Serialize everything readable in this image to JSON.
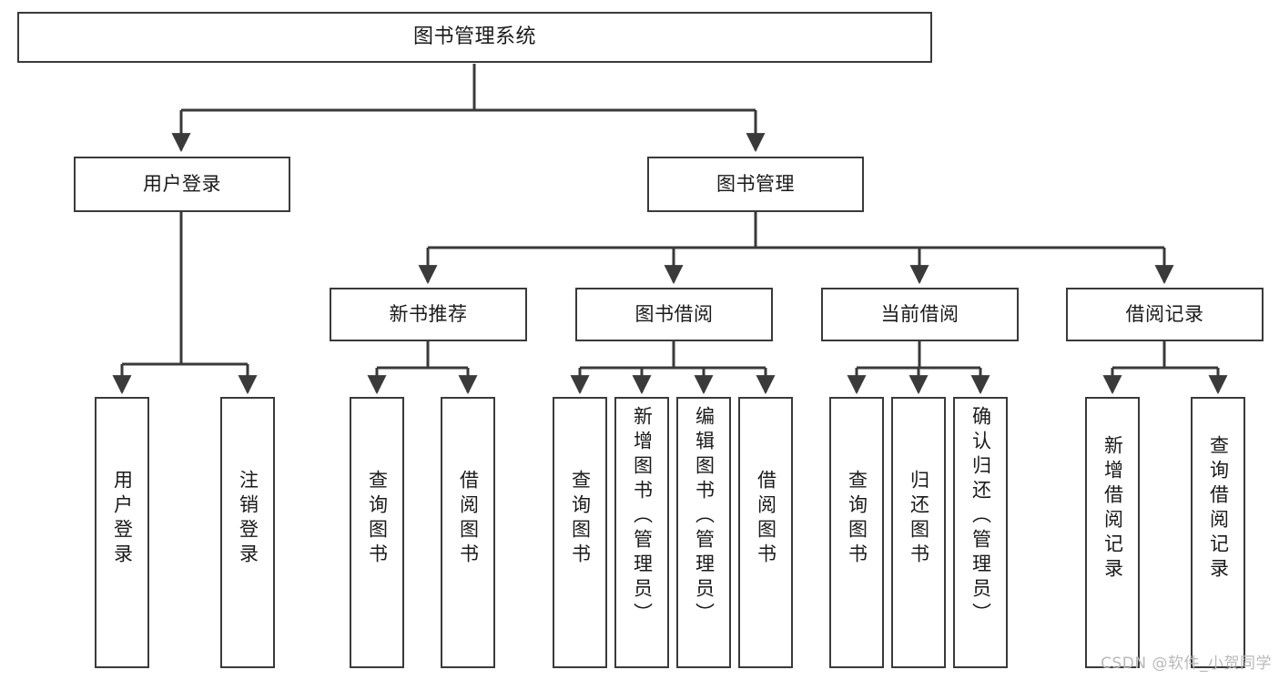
{
  "diagram": {
    "title": "图书管理系统",
    "type": "tree-hierarchy",
    "watermark": "CSDN @软件_小贺同学",
    "colors": {
      "box_border": "#3a3a3a",
      "box_fill": "#ffffff",
      "edge": "#3a3a3a",
      "text": "#1a1a1a",
      "watermark": "#b9b9b9"
    },
    "levels": {
      "root": {
        "label": "图书管理系统"
      },
      "level2": [
        {
          "id": "user-login",
          "label": "用户登录"
        },
        {
          "id": "book-manage",
          "label": "图书管理"
        }
      ],
      "level3": [
        {
          "id": "new-book-rec",
          "label": "新书推荐"
        },
        {
          "id": "book-borrow",
          "label": "图书借阅"
        },
        {
          "id": "current-borrow",
          "label": "当前借阅"
        },
        {
          "id": "borrow-record",
          "label": "借阅记录"
        }
      ],
      "leaves": [
        {
          "id": "leaf-user-login",
          "label": "用户登录",
          "parent": "user-login"
        },
        {
          "id": "leaf-user-logout",
          "label": "注销登录",
          "parent": "user-login"
        },
        {
          "id": "leaf-query-book-1",
          "label": "查询图书",
          "parent": "new-book-rec"
        },
        {
          "id": "leaf-borrow-book-1",
          "label": "借阅图书",
          "parent": "new-book-rec"
        },
        {
          "id": "leaf-query-book-2",
          "label": "查询图书",
          "parent": "book-borrow"
        },
        {
          "id": "leaf-add-book",
          "label": "新增图书（管理员）",
          "parent": "book-borrow"
        },
        {
          "id": "leaf-edit-book",
          "label": "编辑图书（管理员）",
          "parent": "book-borrow"
        },
        {
          "id": "leaf-borrow-book-2",
          "label": "借阅图书",
          "parent": "book-borrow"
        },
        {
          "id": "leaf-query-book-3",
          "label": "查询图书",
          "parent": "current-borrow"
        },
        {
          "id": "leaf-return-book",
          "label": "归还图书",
          "parent": "current-borrow"
        },
        {
          "id": "leaf-confirm-return",
          "label": "确认归还（管理员）",
          "parent": "current-borrow"
        },
        {
          "id": "leaf-add-record",
          "label": "新增借阅记录",
          "parent": "borrow-record"
        },
        {
          "id": "leaf-query-record",
          "label": "查询借阅记录",
          "parent": "borrow-record"
        }
      ]
    }
  }
}
